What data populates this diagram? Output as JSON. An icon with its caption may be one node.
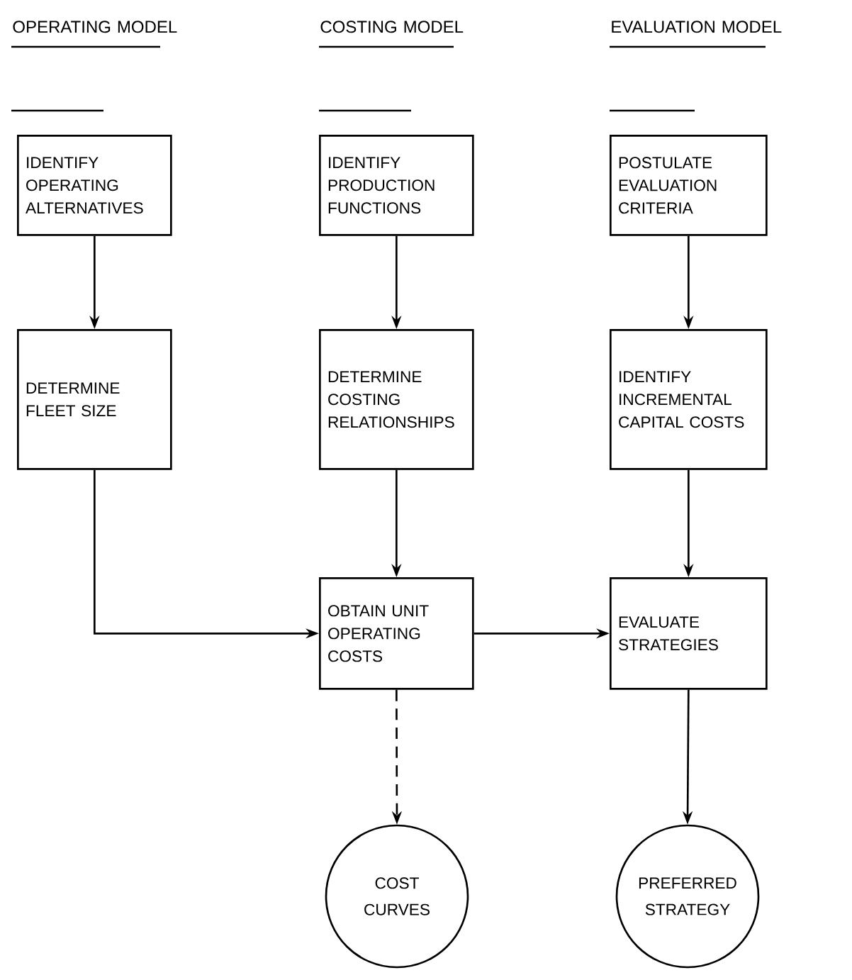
{
  "diagram": {
    "nodes": [
      {
        "text": [
          "IDENTIFY OPERATING ALTERNATIVES"
        ]
      },
      {
        "text": [
          "IDENTIFY PRODUCTION FUNCTIONS"
        ]
      },
      {
        "text": [
          "POSTULATE EVALUATION CRITERIA"
        ]
      },
      {
        "text": [
          "DETERMINE FLEET SIZE"
        ]
      },
      {
        "text": [
          "DETERMINE COSTING RELATIONSHIPS"
        ]
      },
      {
        "text": [
          "IDENTIFY INCREMENTAL CAPITAL COSTS"
        ]
      },
      {
        "text": [
          "OBTAIN UNIT OPERATING COSTS"
        ]
      },
      {
        "text": [
          "EVALUATE STRATEGIES"
        ]
      },
      {
        "text": [
          "COST CURVES"
        ]
      },
      {
        "text": [
          "PREFERRED STRATEGY"
        ]
      }
    ],
    "edges": [
      {
        "from": 0,
        "to": 3,
        "arrow": "to"
      },
      {
        "from": 1,
        "to": 4,
        "arrow": "to"
      },
      {
        "from": 2,
        "to": 5,
        "arrow": "to"
      },
      {
        "from": 3,
        "to": 6,
        "arrow": "to"
      },
      {
        "from": 4,
        "to": 6,
        "arrow": "to"
      },
      {
        "from": 5,
        "to": 7,
        "arrow": "to"
      },
      {
        "from": 6,
        "to": 7,
        "arrow": "to"
      },
      {
        "from": 6,
        "to": 8,
        "arrow": "to",
        "style": "dashed"
      },
      {
        "from": 7,
        "to": 9,
        "arrow": "to"
      }
    ],
    "labels": [
      "OPERATING MODEL",
      "COSTING MODEL",
      "EVALUATION MODEL"
    ]
  }
}
